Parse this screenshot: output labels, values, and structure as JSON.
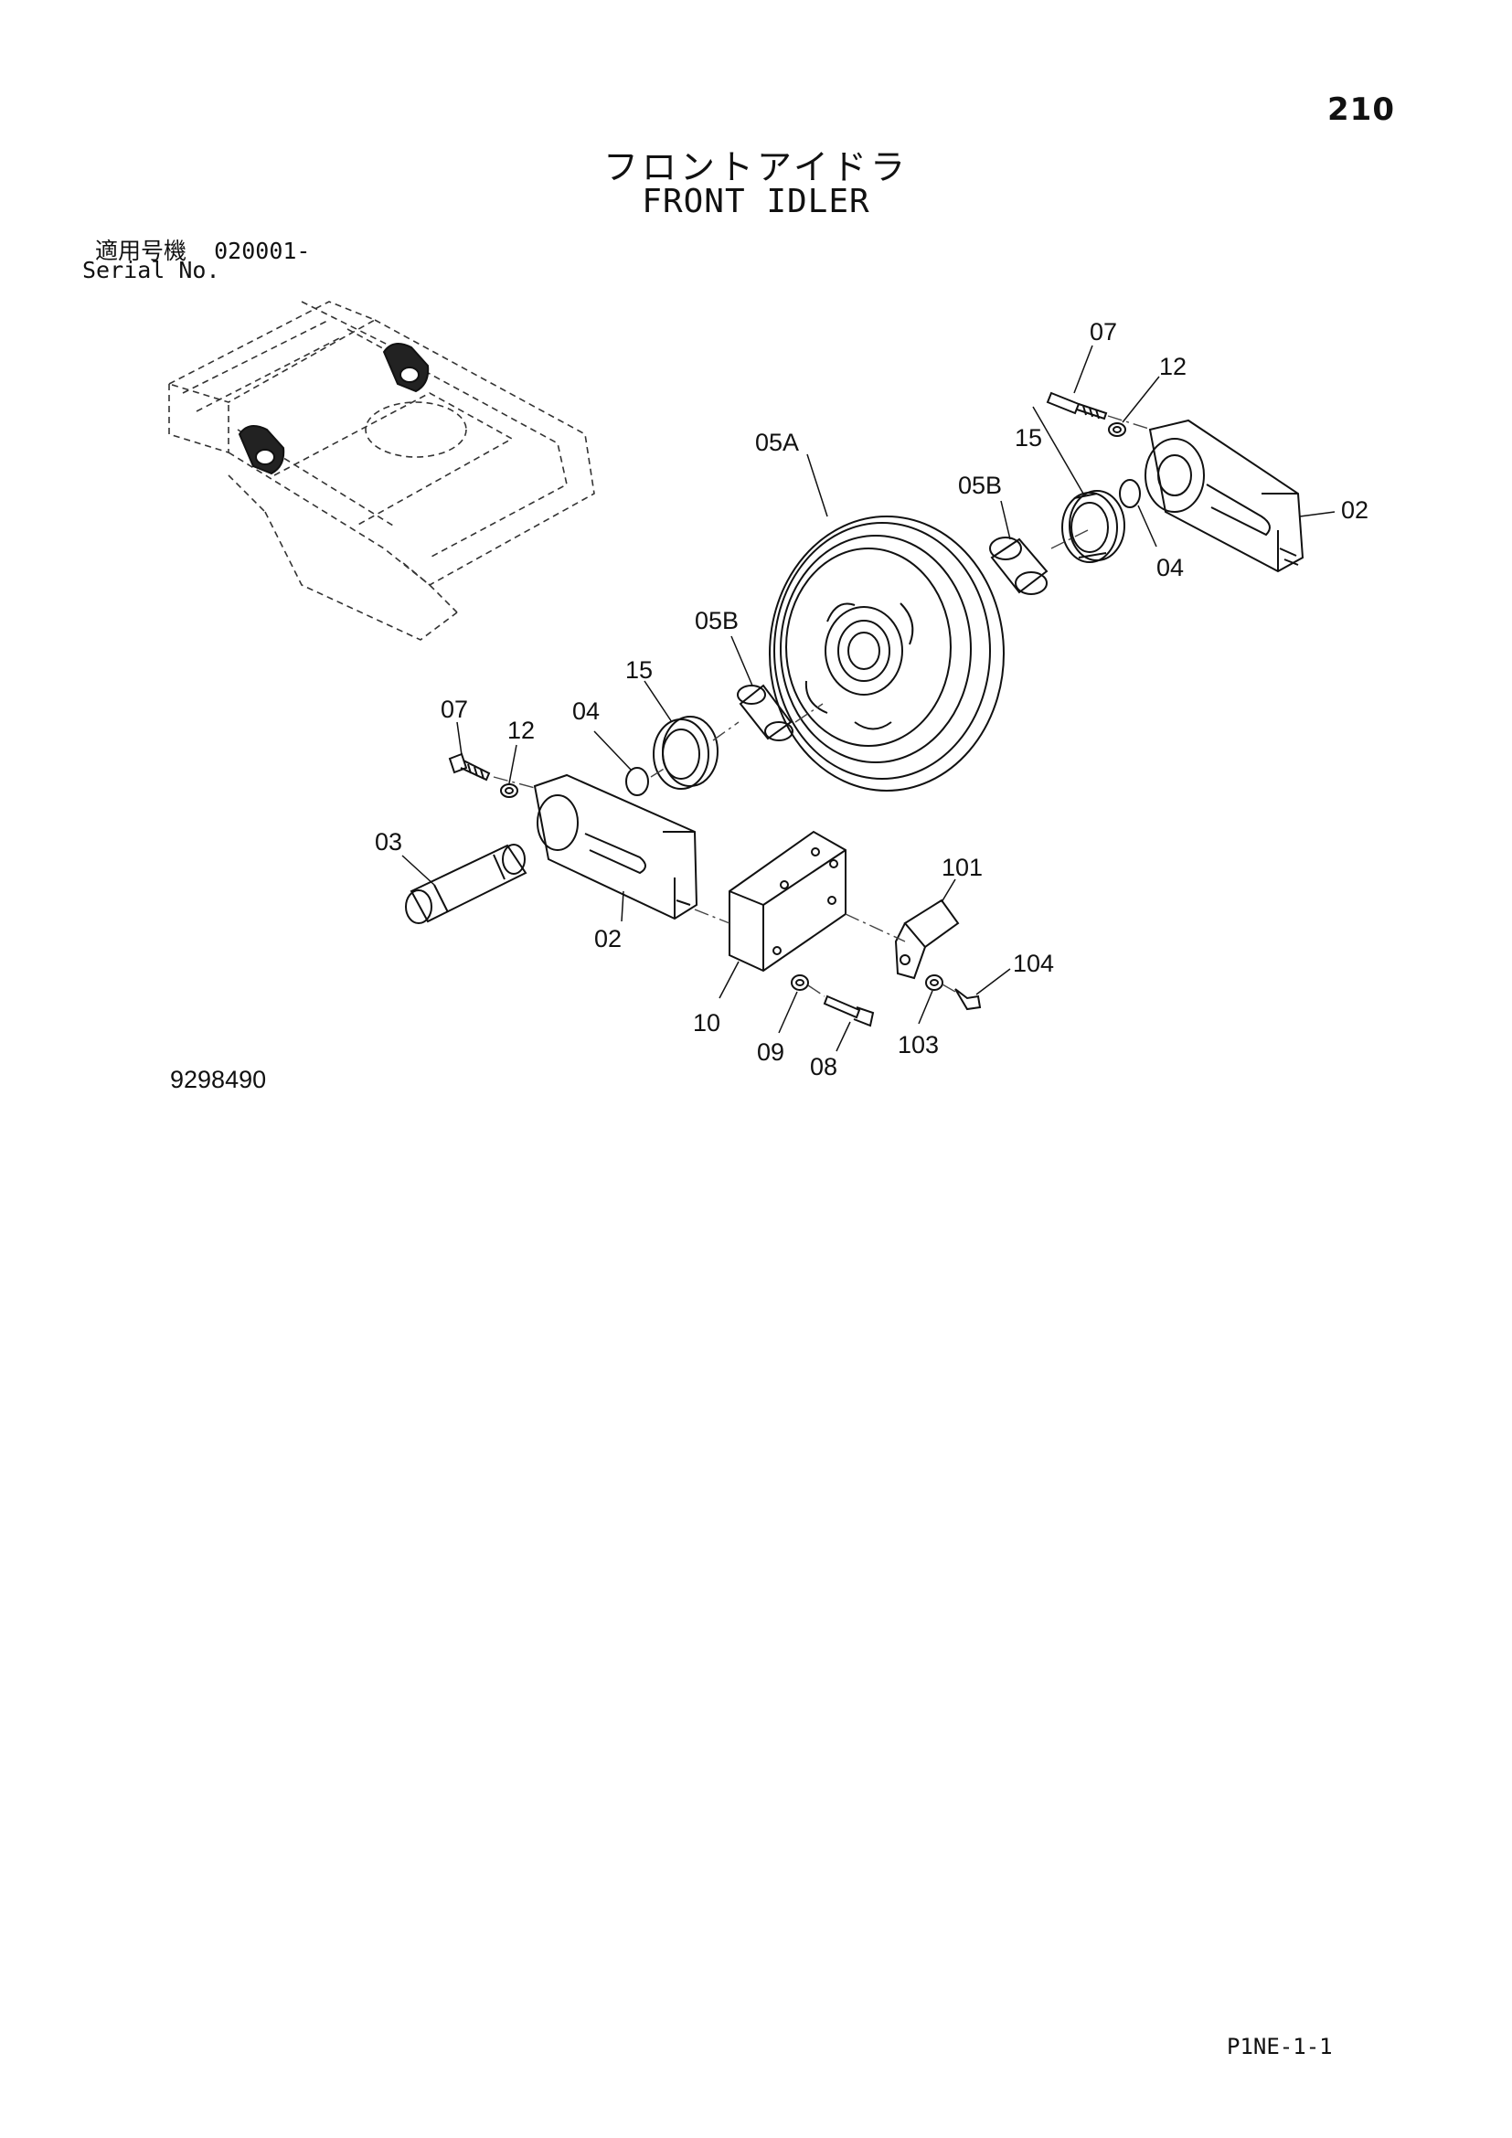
{
  "header": {
    "page_number": "210",
    "title_jp": "フロントアイドラ",
    "title_en": "FRONT IDLER"
  },
  "serial": {
    "label_jp": "適用号機",
    "value": "020001-",
    "label_en": "Serial No."
  },
  "callouts": [
    {
      "key": "07-r",
      "text": "07"
    },
    {
      "key": "12-r",
      "text": "12"
    },
    {
      "key": "05a",
      "text": "05A"
    },
    {
      "key": "15-r",
      "text": "15"
    },
    {
      "key": "05b-r",
      "text": "05B"
    },
    {
      "key": "02-r",
      "text": "02"
    },
    {
      "key": "04-r",
      "text": "04"
    },
    {
      "key": "05b-l",
      "text": "05B"
    },
    {
      "key": "15-l",
      "text": "15"
    },
    {
      "key": "07-l",
      "text": "07"
    },
    {
      "key": "04-l",
      "text": "04"
    },
    {
      "key": "12-l",
      "text": "12"
    },
    {
      "key": "03",
      "text": "03"
    },
    {
      "key": "02-l",
      "text": "02"
    },
    {
      "key": "101",
      "text": "101"
    },
    {
      "key": "104",
      "text": "104"
    },
    {
      "key": "10",
      "text": "10"
    },
    {
      "key": "09",
      "text": "09"
    },
    {
      "key": "08",
      "text": "08"
    },
    {
      "key": "103",
      "text": "103"
    }
  ],
  "footer": {
    "drawing_number": "9298490",
    "page_code": "P1NE-1-1"
  }
}
